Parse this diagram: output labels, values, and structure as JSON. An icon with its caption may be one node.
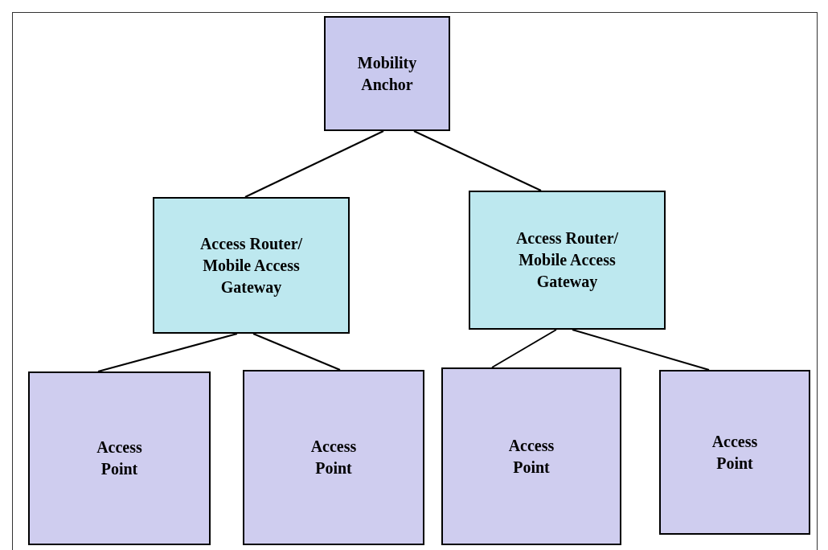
{
  "diagram": {
    "nodes": [
      {
        "text": [
          "Mobility Anchor"
        ]
      },
      {
        "text": [
          "Access Router/ Mobile Access Gateway"
        ]
      },
      {
        "text": [
          "Access Router/ Mobile Access Gateway"
        ]
      },
      {
        "text": [
          "Access Point"
        ]
      },
      {
        "text": [
          "Access Point"
        ]
      },
      {
        "text": [
          "Access Point"
        ]
      },
      {
        "text": [
          "Access Point"
        ]
      }
    ],
    "edges": [
      {
        "from": 0,
        "to": 1,
        "arrow": "none"
      },
      {
        "from": 0,
        "to": 2,
        "arrow": "none"
      },
      {
        "from": 1,
        "to": 3,
        "arrow": "none"
      },
      {
        "from": 1,
        "to": 4,
        "arrow": "none"
      },
      {
        "from": 2,
        "to": 5,
        "arrow": "none"
      },
      {
        "from": 2,
        "to": 6,
        "arrow": "none"
      }
    ]
  }
}
